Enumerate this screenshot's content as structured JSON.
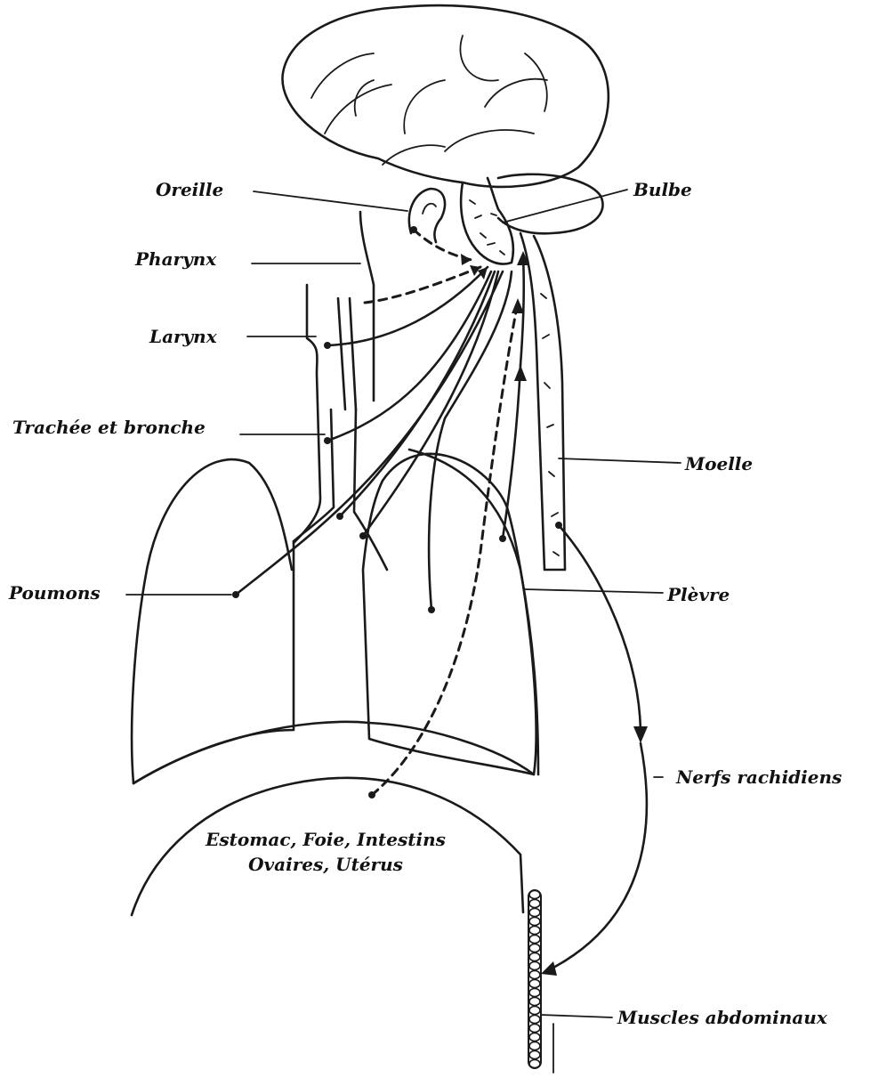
{
  "labels": {
    "oreille": "Oreille",
    "pharynx": "Pharynx",
    "larynx": "Larynx",
    "trachee": "Trachée et bronche",
    "poumons": "Poumons",
    "bulbe": "Bulbe",
    "moelle": "Moelle",
    "plevre": "Plèvre",
    "nerfs": "Nerfs rachidiens",
    "muscles": "Muscles abdominaux",
    "organes_l1": "Estomac, Foie, Intestins",
    "organes_l2": "Ovaires, Utérus"
  },
  "colors": {
    "ink": "#1a1a1a",
    "paper": "#ffffff"
  }
}
